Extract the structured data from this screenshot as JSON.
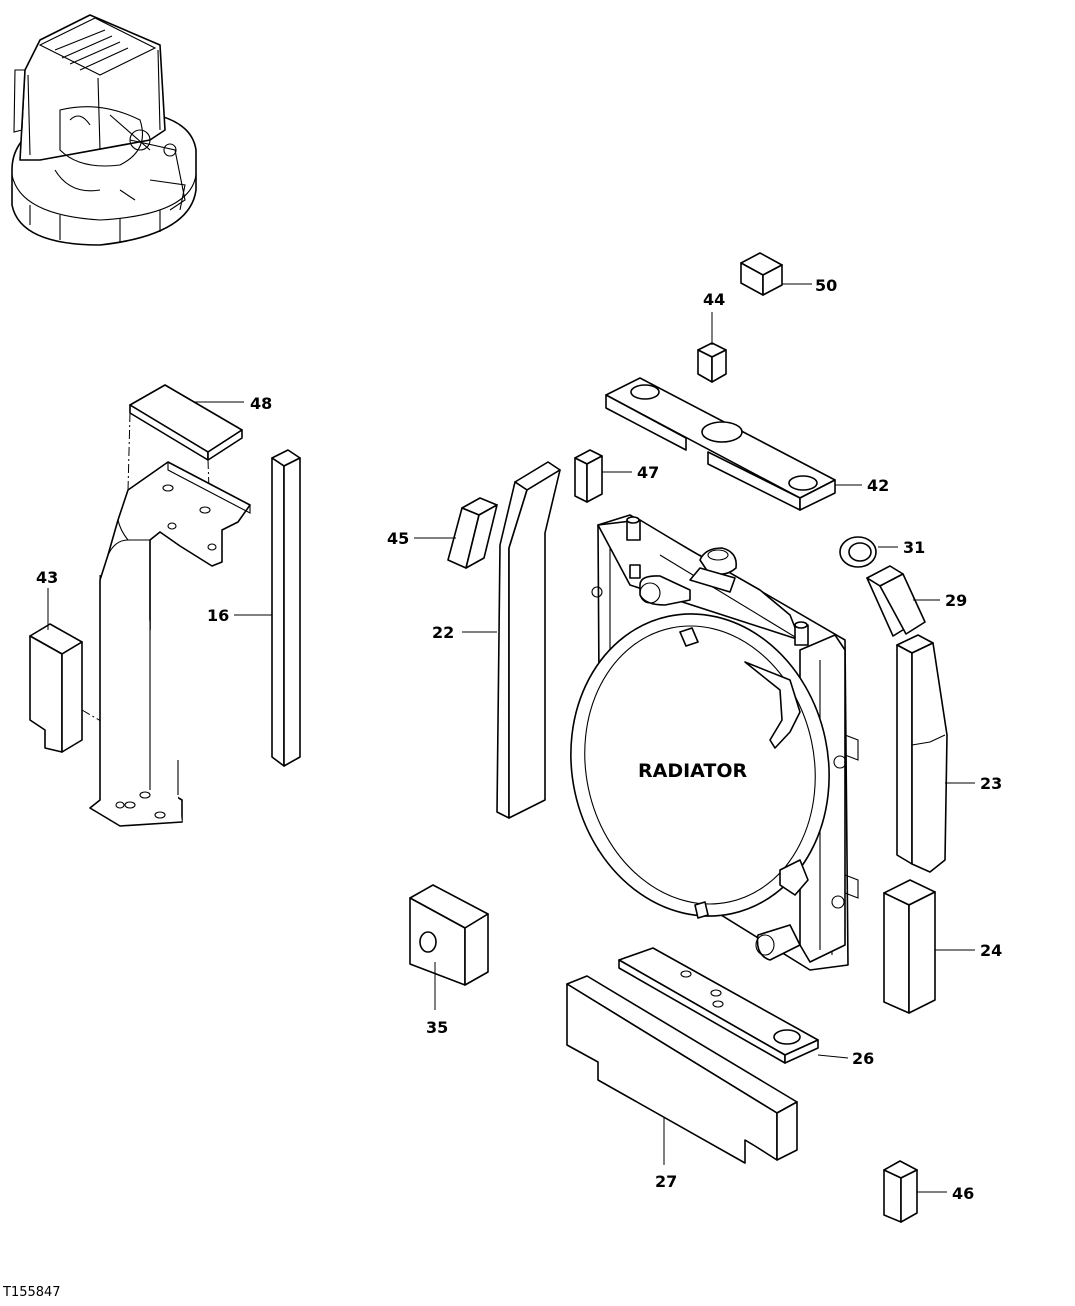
{
  "diagram": {
    "center_label": "RADIATOR",
    "reference_code": "T155847",
    "callouts": {
      "c16": "16",
      "c22": "22",
      "c23": "23",
      "c24": "24",
      "c26": "26",
      "c27": "27",
      "c29": "29",
      "c31": "31",
      "c35": "35",
      "c42": "42",
      "c43": "43",
      "c44": "44",
      "c45": "45",
      "c46": "46",
      "c47": "47",
      "c48": "48",
      "c50": "50"
    }
  }
}
